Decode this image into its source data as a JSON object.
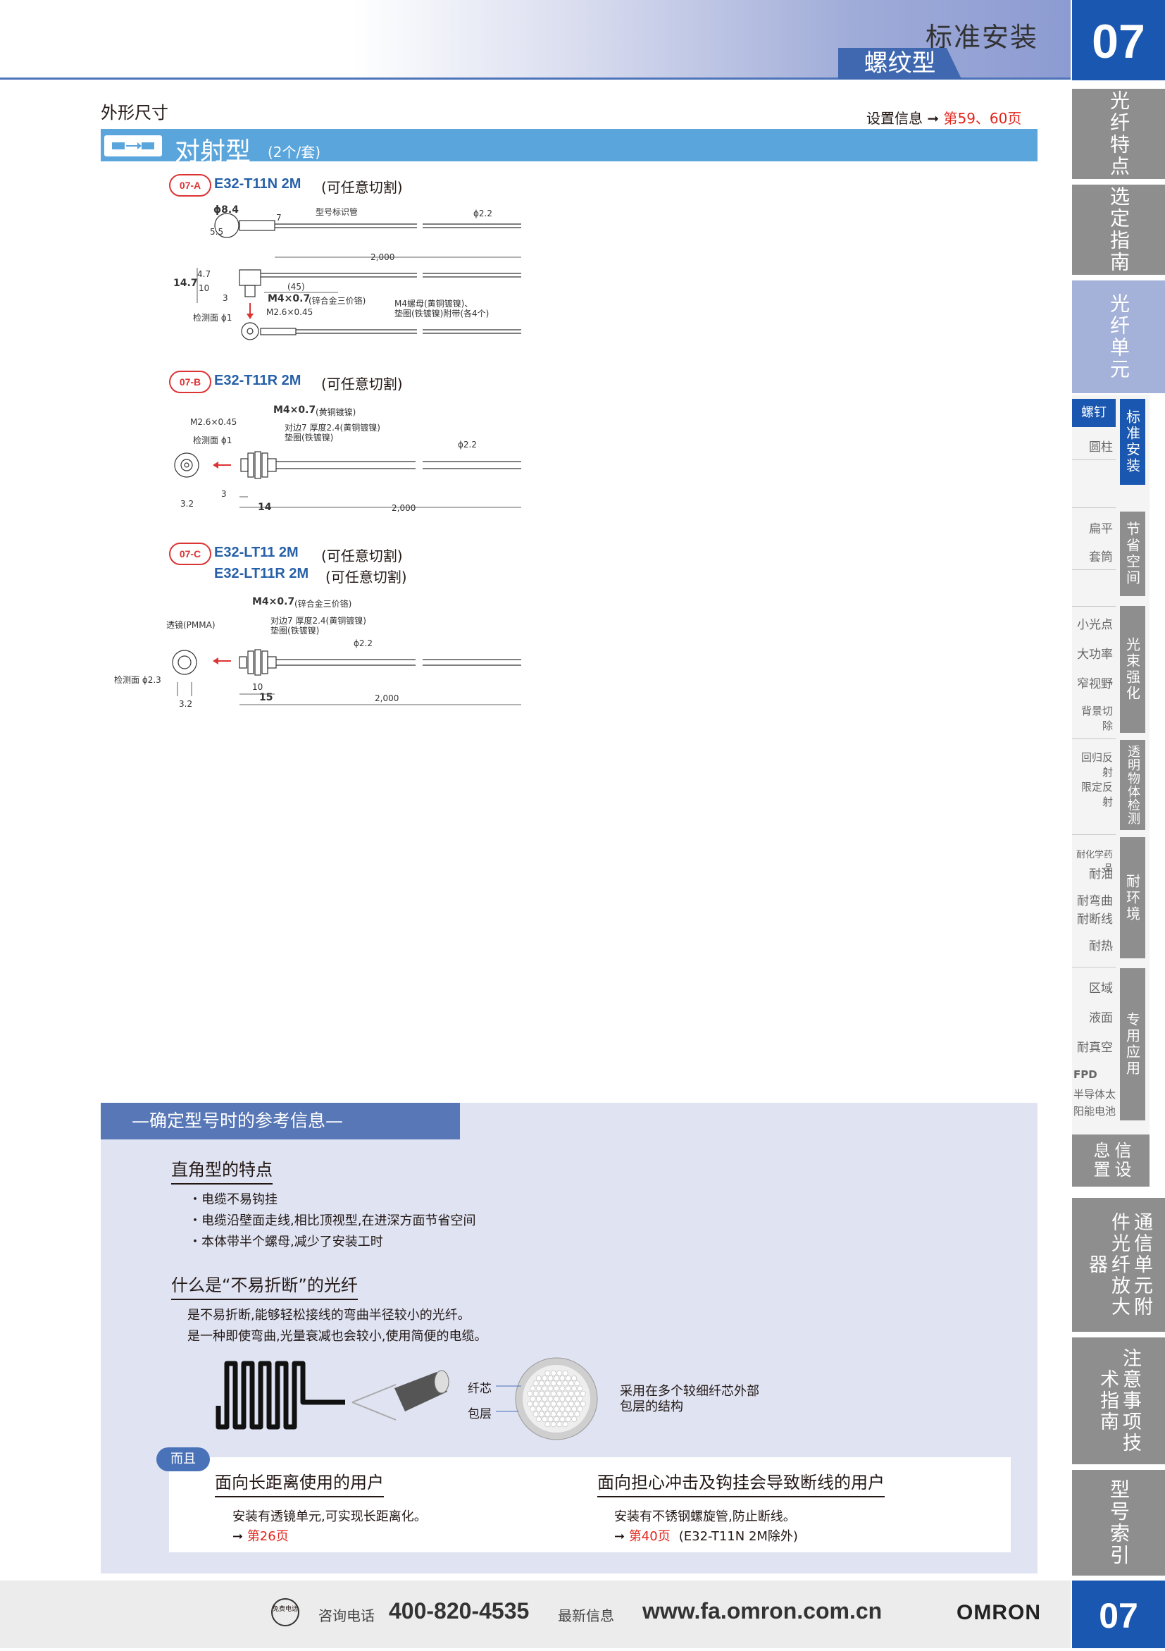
{
  "header": {
    "title": "标准安装",
    "subtitle": "螺纹型",
    "chapter": "07"
  },
  "sidebar": {
    "main_tabs": [
      "光纤特点",
      "选定指南",
      "光纤单元"
    ],
    "screw_label": "螺钉",
    "std_install": "标准安装",
    "cylinder": "圆柱",
    "flat": "扁平",
    "sleeve": "套筒",
    "save_space": "节省空间",
    "small_spot": "小光点",
    "high_power": "大功率",
    "narrow_view": "窄视野",
    "bg_suppress": "背景切除",
    "beam_enhance": "光束强化",
    "retro": "回归反射",
    "limited": "限定反射",
    "transparent": "透明物体检测",
    "chem1": "耐化学药品",
    "chem2": "耐油",
    "bend1": "耐弯曲",
    "bend2": "耐断线",
    "heat": "耐热",
    "env": "耐环境",
    "area": "区域",
    "liquid": "液面",
    "vacuum": "耐真空",
    "fpd": "FPD",
    "semi": "半导体太",
    "solar": "阳能电池",
    "special": "专用应用",
    "setinfo": "信设息置",
    "amp_tab": "通信单元附件光纤放大器",
    "tech_tab": "注意事项技术指南",
    "index_tab": "型号索引"
  },
  "main": {
    "section_title": "外形尺寸",
    "setting_info_label": "设置信息 ➞ ",
    "setting_info_pages": "第59、60页",
    "bar_title": "对射型",
    "bar_sub": "(2个/套)",
    "items": [
      {
        "tag": "07-A",
        "model": "E32-T11N 2M",
        "note": "(可任意切割)",
        "dims": {
          "d1": "ϕ8.4",
          "d2": "5.5",
          "d3": "7",
          "d4": "型号标识管",
          "d5": "ϕ2.2",
          "d6": "2,000",
          "d7": "4.7",
          "d8": "14.7",
          "d9": "10",
          "d10": "(45)",
          "d11": "3",
          "d12": "M4×0.7",
          "d13": "(锌合金三价铬)",
          "d14": "M2.6×0.45",
          "d15": "检测面 ϕ1",
          "d16": "M4螺母(黄铜镀镍)、",
          "d17": "垫圈(铁镀镍)附带(各4个)"
        }
      },
      {
        "tag": "07-B",
        "model": "E32-T11R 2M",
        "note": "(可任意切割)",
        "dims": {
          "d1": "M4×0.7",
          "d2": "(黄铜镀镍)",
          "d3": "M2.6×0.45",
          "d4": "对边7 厚度2.4(黄铜镀镍)",
          "d5": "垫圈(铁镀镍)",
          "d6": "检测面 ϕ1",
          "d7": "ϕ2.2",
          "d8": "3",
          "d9": "3.2",
          "d10": "14",
          "d11": "2,000"
        }
      },
      {
        "tag": "07-C",
        "model": "E32-LT11 2M",
        "model2": "E32-LT11R 2M",
        "note": "(可任意切割)",
        "note2": "(可任意切割)",
        "dims": {
          "d1": "M4×0.7",
          "d2": "(锌合金三价铬)",
          "d3": "透镜(PMMA)",
          "d4": "对边7 厚度2.4(黄铜镀镍)",
          "d5": "垫圈(铁镀镍)",
          "d6": "ϕ2.2",
          "d7": "检测面 ϕ2.3",
          "d8": "3.2",
          "d9": "10",
          "d10": "15",
          "d11": "2,000"
        }
      }
    ]
  },
  "reference": {
    "header": "—确定型号时的参考信息—",
    "h1": "直角型的特点",
    "bullets": [
      "・电缆不易钩挂",
      "・电缆沿壁面走线,相比顶视型,在进深方面节省空间",
      "・本体带半个螺母,减少了安装工时"
    ],
    "h2": "什么是“不易折断”的光纤",
    "p1": "是不易折断,能够轻松接线的弯曲半径较小的光纤。",
    "p2": "是一种即使弯曲,光量衰减也会较小,使用简便的电缆。",
    "core": "纤芯",
    "clad": "包层",
    "structure1": "采用在多个较细纤芯外部",
    "structure2": "包层的结构",
    "also": "而且",
    "left_h": "面向长距离使用的用户",
    "left_p": "安装有透镜单元,可实现长距离化。",
    "left_arrow": "➞ ",
    "left_link": "第26页",
    "right_h": "面向担心冲击及钩挂会导致断线的用户",
    "right_p": "安装有不锈钢螺旋管,防止断线。",
    "right_arrow": "➞ ",
    "right_link": "第40页",
    "right_note": "(E32-T11N 2M除外)"
  },
  "footer": {
    "phone_icon_text": "免费电话",
    "consult": "咨询电话",
    "phone": "400-820-4535",
    "latest": "最新信息",
    "website": "www.fa.omron.com.cn",
    "brand": "OMRON",
    "page": "07"
  },
  "colors": {
    "blue_dark": "#1a57b0",
    "bar_blue": "#5aa5dc",
    "ref_blue": "#5877b6",
    "link_red": "#e2231a",
    "sidebar_grey": "#8e8e8e"
  }
}
